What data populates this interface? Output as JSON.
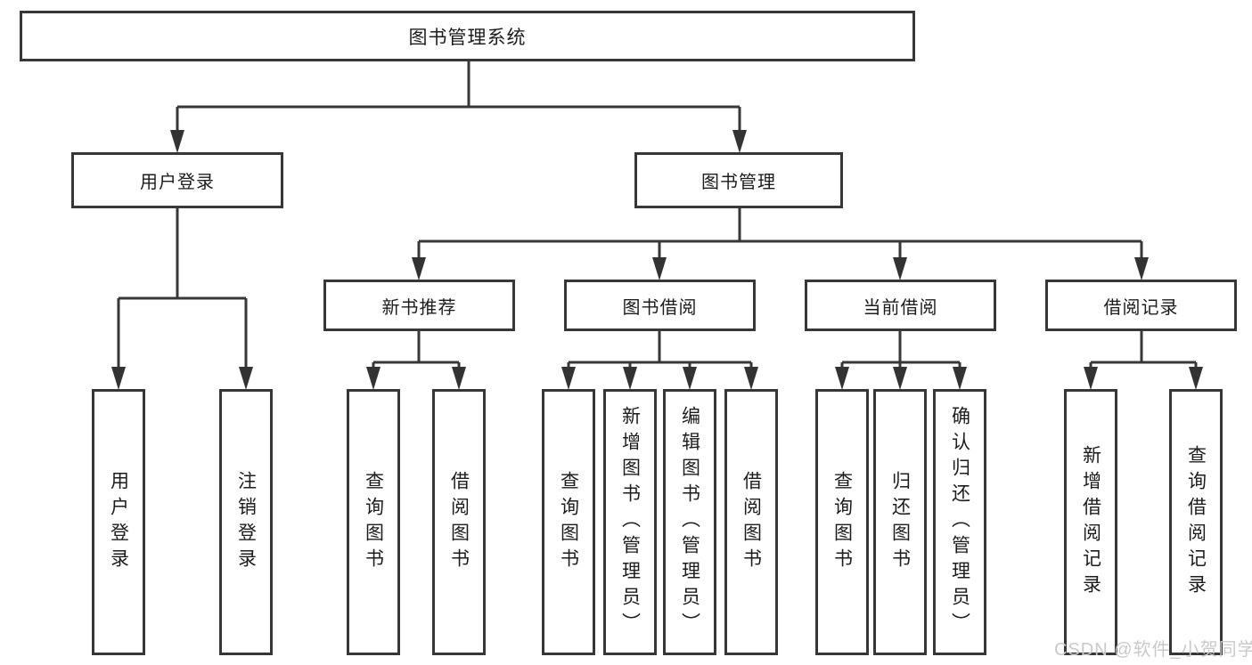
{
  "diagram": {
    "root": "图书管理系统",
    "user_login": {
      "label": "用户登录",
      "children": [
        "用户登录",
        "注销登录"
      ]
    },
    "book_management": {
      "label": "图书管理",
      "sections": [
        {
          "label": "新书推荐",
          "children": [
            "查询图书",
            "借阅图书"
          ]
        },
        {
          "label": "图书借阅",
          "children": [
            "查询图书",
            "新增图书（管理员）",
            "编辑图书（管理员）",
            "借阅图书"
          ]
        },
        {
          "label": "当前借阅",
          "children": [
            "查询图书",
            "归还图书",
            "确认归还（管理员）"
          ]
        },
        {
          "label": "借阅记录",
          "children": [
            "新增借阅记录",
            "查询借阅记录"
          ]
        }
      ]
    },
    "colors": {
      "line": "#373737",
      "text": "#1c1c1c",
      "watermark": "#c9c9c9",
      "background": "#ffffff"
    }
  },
  "watermark": "CSDN @软件_小贺同学"
}
